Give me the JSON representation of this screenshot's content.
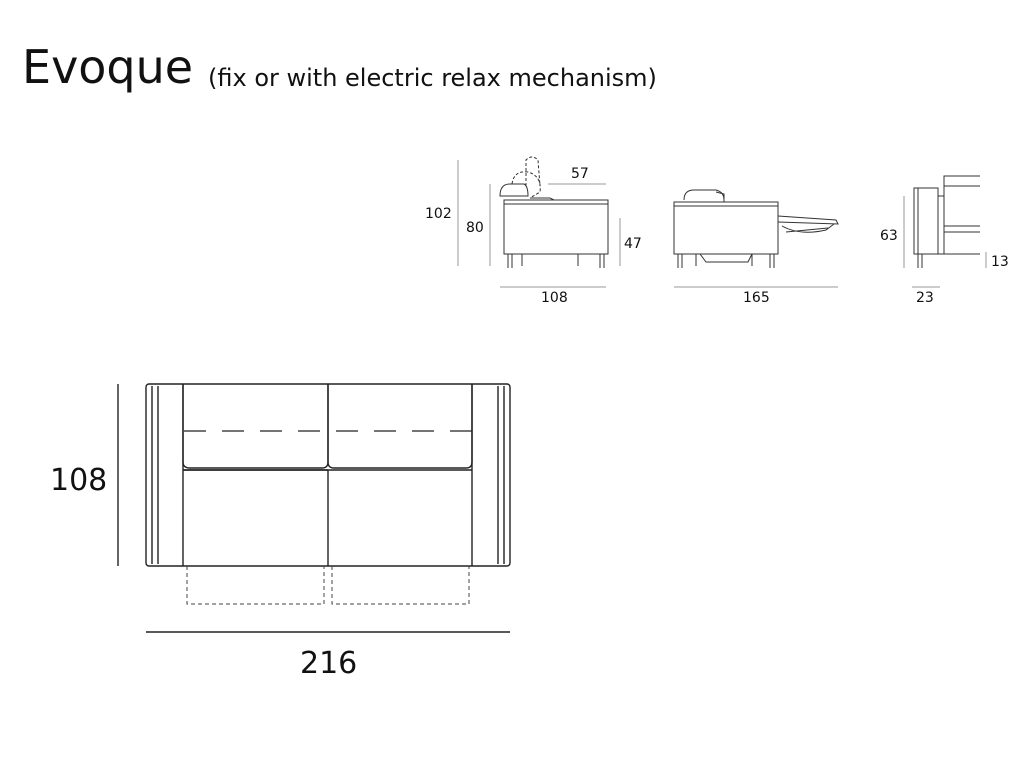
{
  "header": {
    "title": "Evoque",
    "subtitle": "(fix or with electric relax  mechanism)"
  },
  "side_views": {
    "height_total": "102",
    "height_back": "80",
    "headrest_offset": "57",
    "seat_height": "47",
    "depth": "108",
    "reclined_depth": "165",
    "arm_height": "63",
    "feet_height": "13",
    "arm_width": "23"
  },
  "top_view": {
    "depth": "108",
    "width": "216"
  }
}
